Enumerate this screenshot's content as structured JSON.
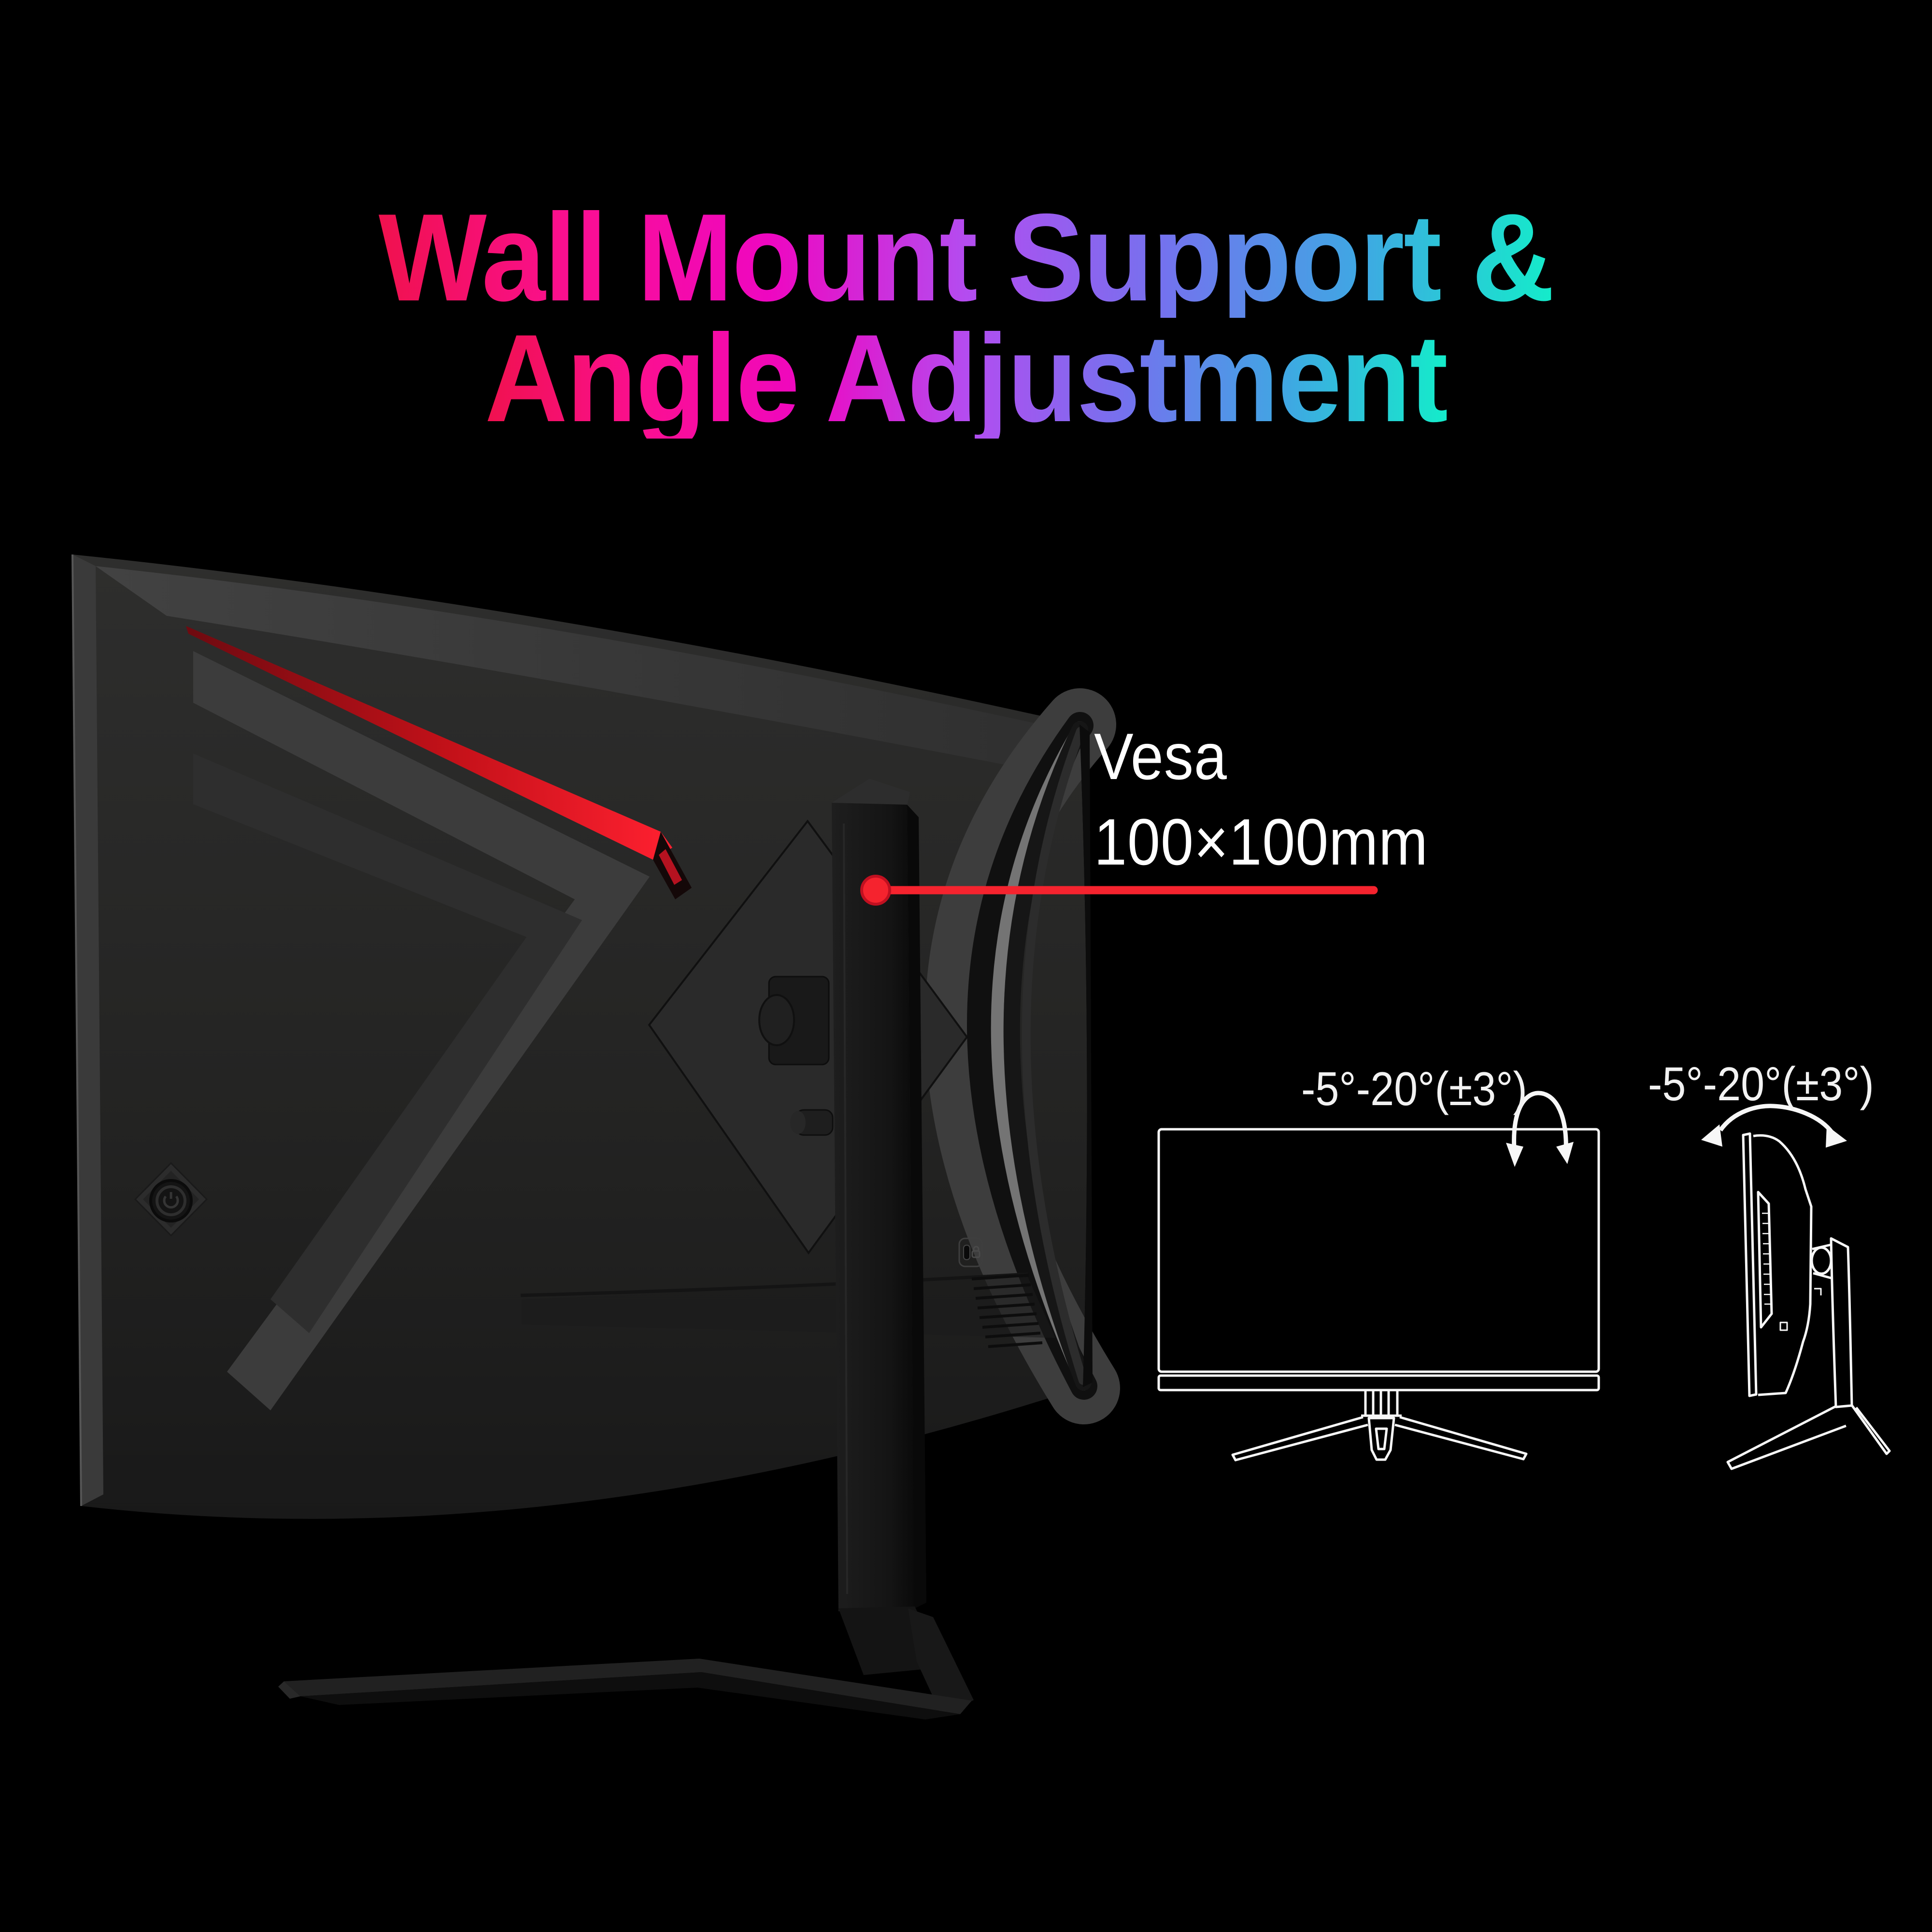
{
  "title": {
    "line1": "Wall Mount Support &",
    "line2": "Angle Adjustment",
    "gradient_colors": [
      "#f0114e",
      "#fb0f92",
      "#ee07c1",
      "#b44cf0",
      "#7472ee",
      "#3fa7e3",
      "#14ecca"
    ]
  },
  "vesa_callout": {
    "line1": "Vesa",
    "line2": "100×100mm",
    "pointer_color": "#f5232e"
  },
  "diagrams": {
    "front_view": {
      "angle_label": "-5°-20°(±3°)"
    },
    "side_view": {
      "angle_label": "-5°-20°(±3°)"
    },
    "line_color": "#f7f7f7"
  },
  "monitor": {
    "body_color": "#262626",
    "accent_stripe_color": "#e8141f",
    "background_color": "#000000"
  }
}
